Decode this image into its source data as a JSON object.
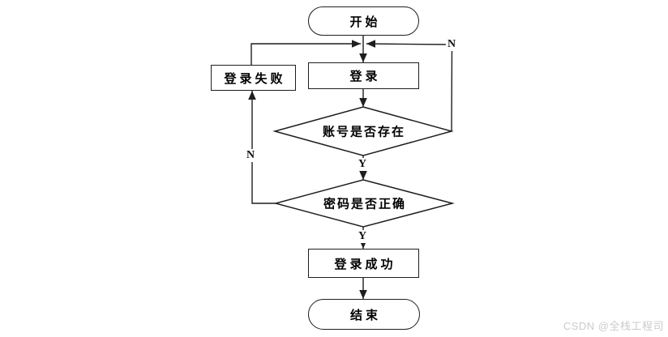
{
  "page": {
    "watermark": "CSDN @全栈工程司"
  },
  "flowchart": {
    "nodes": [
      {
        "id": "start",
        "type": "terminator",
        "label": "开始"
      },
      {
        "id": "login",
        "type": "process",
        "label": "登录"
      },
      {
        "id": "login-fail",
        "type": "process",
        "label": "登录失败"
      },
      {
        "id": "check-account",
        "type": "decision",
        "label": "账号是否存在"
      },
      {
        "id": "check-password",
        "type": "decision",
        "label": "密码是否正确"
      },
      {
        "id": "login-success",
        "type": "process",
        "label": "登录成功"
      },
      {
        "id": "end",
        "type": "terminator",
        "label": "结束"
      }
    ],
    "branch_labels": {
      "yes": "Y",
      "no": "N"
    },
    "edges": [
      {
        "from": "start",
        "to": "login",
        "label": ""
      },
      {
        "from": "login",
        "to": "check-account",
        "label": ""
      },
      {
        "from": "check-account",
        "to": "check-password",
        "label": "Y"
      },
      {
        "from": "check-account",
        "to": "login",
        "label": "N"
      },
      {
        "from": "check-password",
        "to": "login-success",
        "label": "Y"
      },
      {
        "from": "check-password",
        "to": "login-fail",
        "label": "N"
      },
      {
        "from": "login-fail",
        "to": "login",
        "label": ""
      },
      {
        "from": "login-success",
        "to": "end",
        "label": ""
      }
    ],
    "colors": {
      "line": "#1f1f1f",
      "node_fill": "#ffffff",
      "text": "#000000",
      "watermark": "#cbcbcb"
    }
  }
}
